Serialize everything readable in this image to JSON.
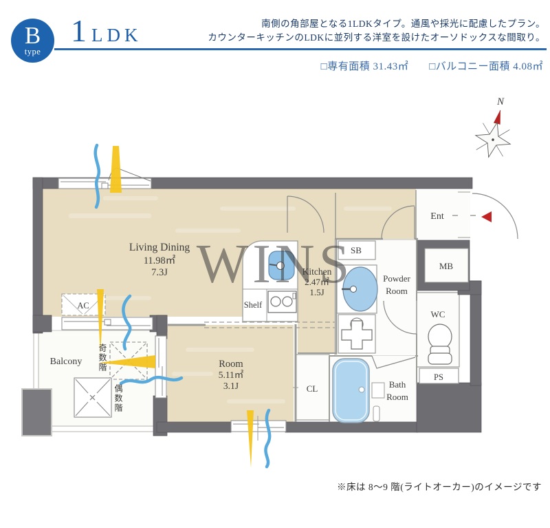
{
  "header": {
    "badge_letter": "B",
    "badge_sub": "type",
    "title_number": "1",
    "title_unit": "LDK",
    "description_line1": "南側の角部屋となる1LDKタイプ。通風や採光に配慮したプラン。",
    "description_line2": "カウンターキッチンのLDKに並列する洋室を設けたオーソドックスな間取り。",
    "area_exclusive": "□専有面積 31.43㎡",
    "area_balcony": "□バルコニー面積 4.08㎡"
  },
  "compass": {
    "north_label": "N"
  },
  "rooms": {
    "living": {
      "name": "Living Dining",
      "area": "11.98㎡",
      "tatami": "7.3J"
    },
    "kitchen": {
      "name": "Kitchen",
      "area": "2.47㎡",
      "tatami": "1.5J"
    },
    "bedroom": {
      "name": "Room",
      "area": "5.11㎡",
      "tatami": "3.1J"
    },
    "balcony": "Balcony",
    "entrance": "Ent",
    "shoe_box": "SB",
    "meter_box": "MB",
    "toilet": "WC",
    "pipe_space": "PS",
    "closet": "CL",
    "shelf": "Shelf",
    "powder_line1": "Powder",
    "powder_line2": "Room",
    "bath_line1": "Bath",
    "bath_line2": "Room",
    "ac": "AC",
    "hatch_odd": "奇数階",
    "hatch_even": "偶数階"
  },
  "watermark": "WINS",
  "footnote": "※床は 8〜9 階(ライトオーカー)のイメージです",
  "colors": {
    "accent_blue": "#1e63ae",
    "area_text_blue": "#3a6aa8",
    "wall_gray": "#6e6d72",
    "floor_beige": "#e8ddc0",
    "fixture_blue": "#a9cfeb",
    "sunlight_yellow": "#f4c41e",
    "airflow_blue": "#58aadc",
    "entry_arrow_red": "#c02424"
  }
}
